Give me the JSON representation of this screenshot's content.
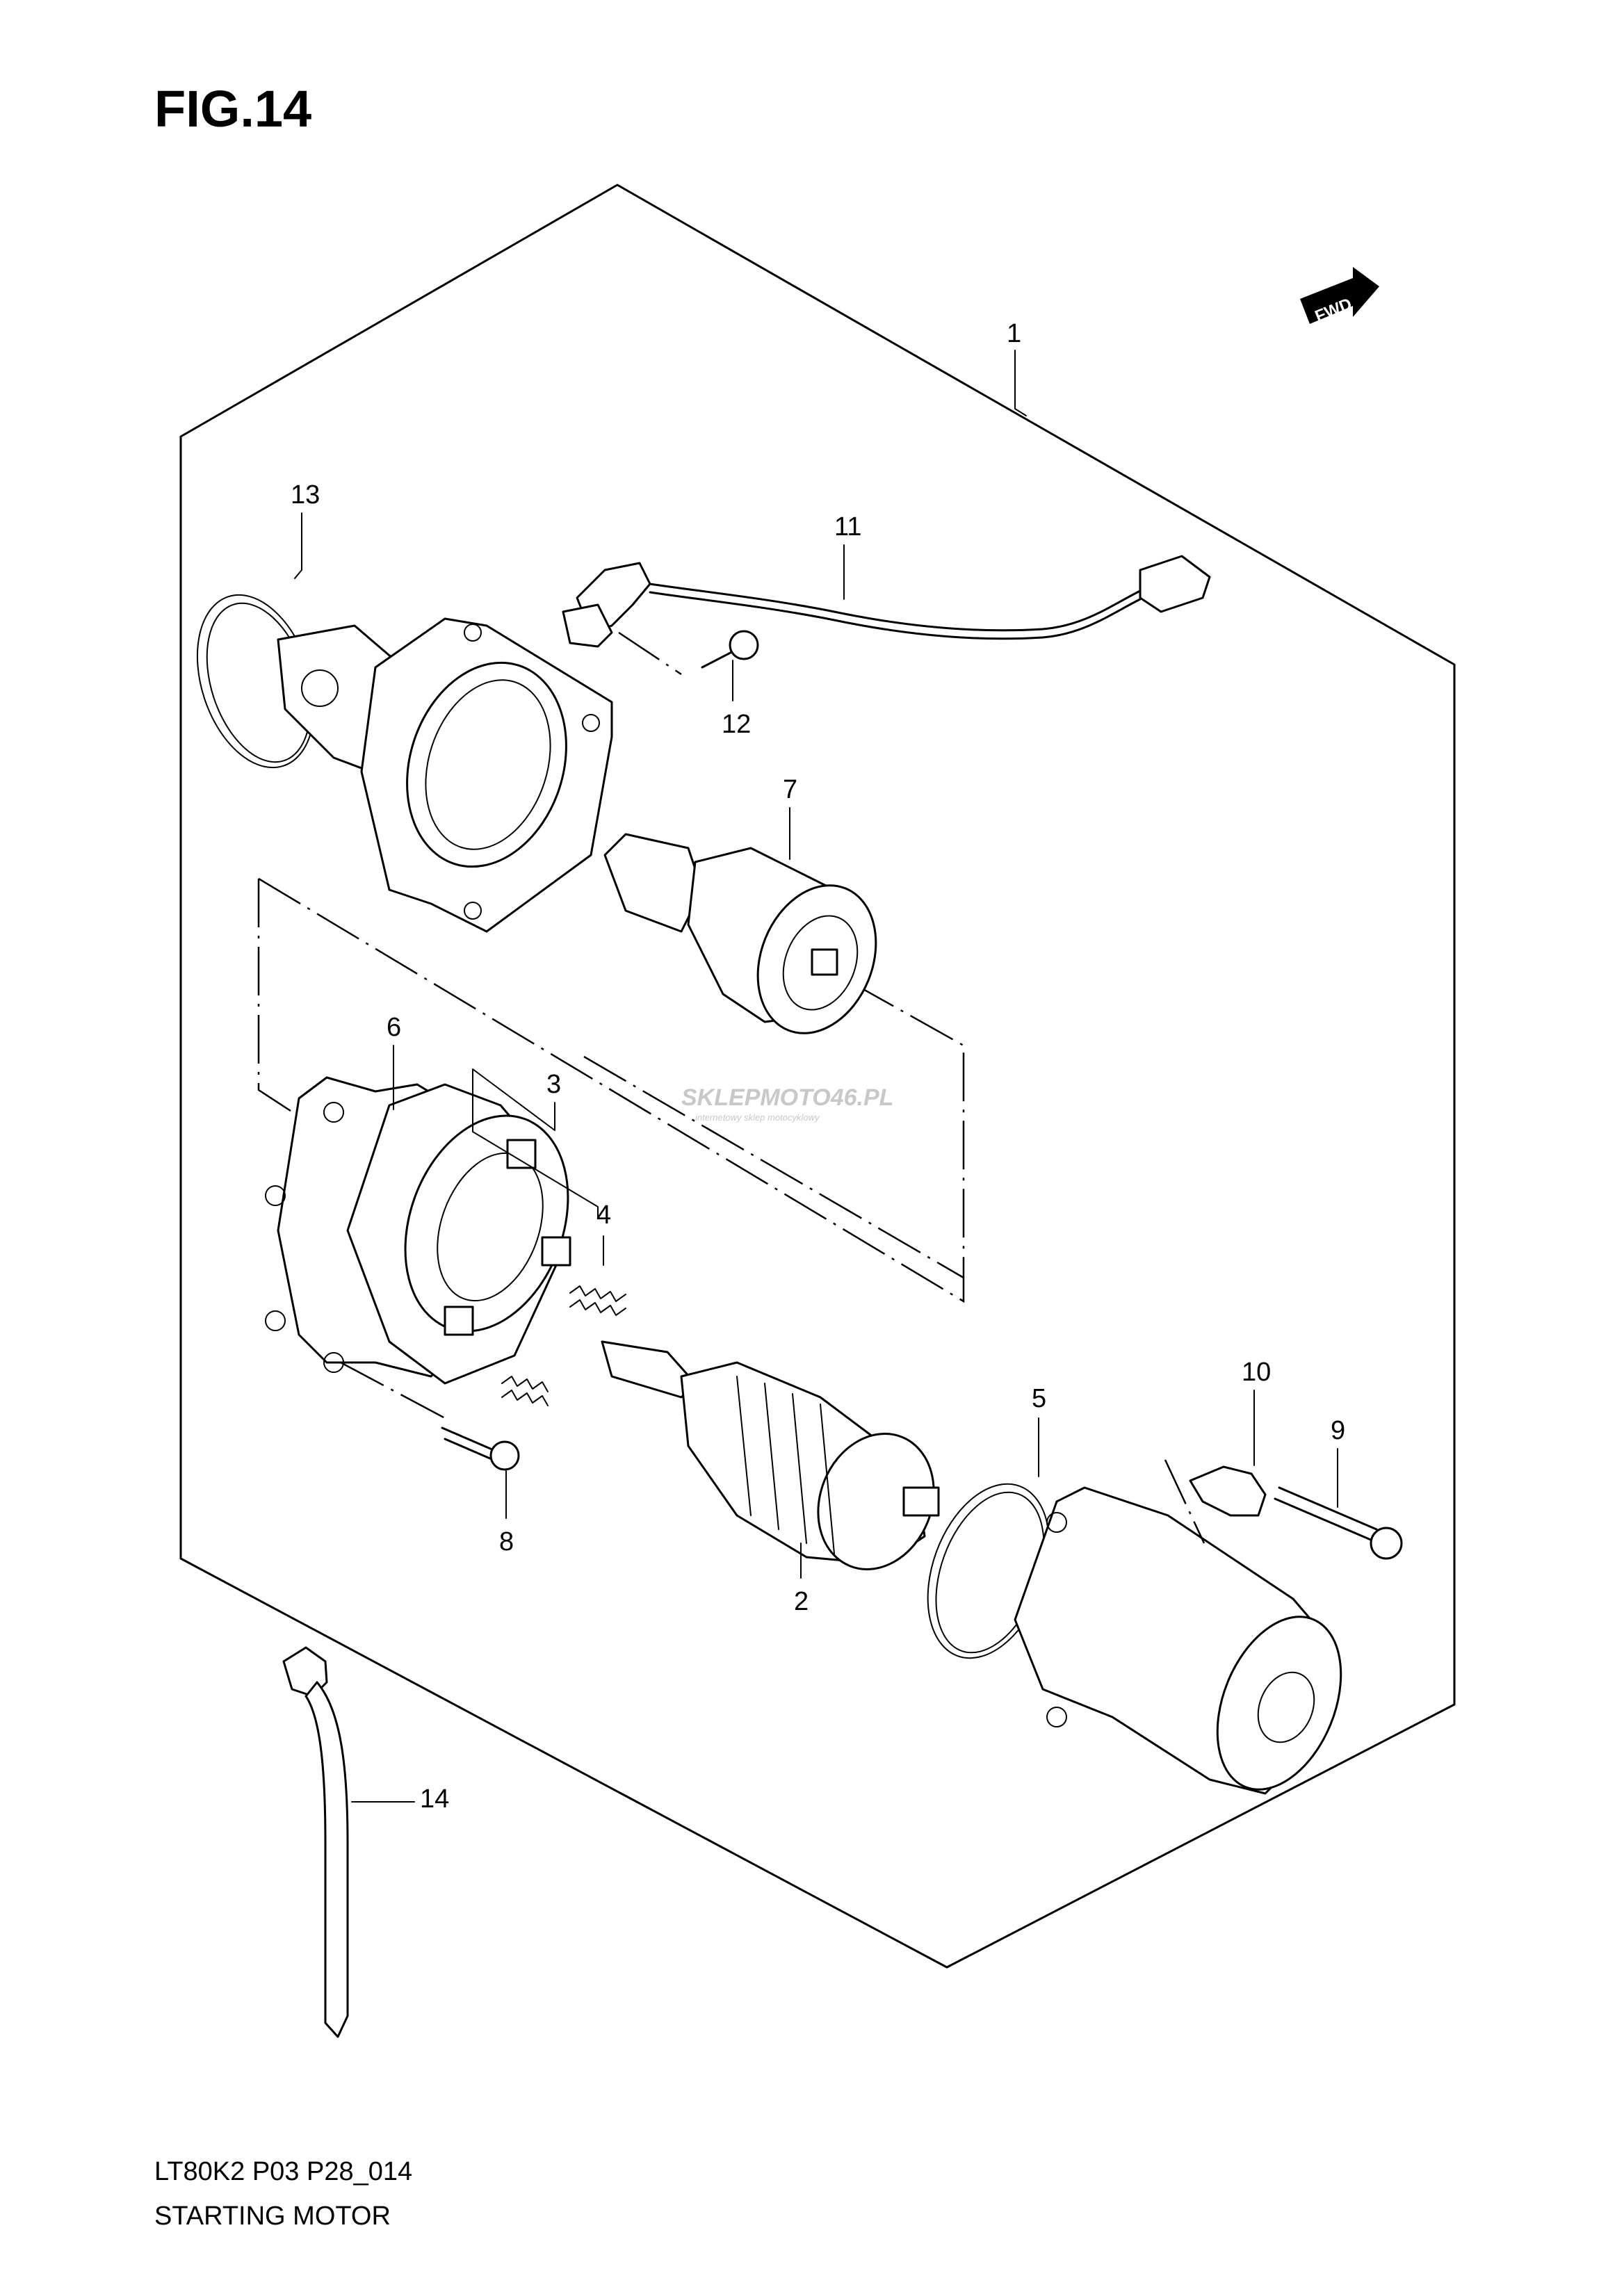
{
  "figure": {
    "title": "FIG.14"
  },
  "fwd_badge": {
    "label": "FWD",
    "icon": "fwd-arrow-icon"
  },
  "callouts": [
    "1",
    "2",
    "3",
    "4",
    "5",
    "6",
    "7",
    "8",
    "9",
    "10",
    "11",
    "12",
    "13",
    "14"
  ],
  "watermark": {
    "text": "SKLEPMOTO46.PL",
    "subtext": "internetowy sklep motocyklowy",
    "accent_color": "#e3001b"
  },
  "footer": {
    "code": "LT80K2  P03  P28_014",
    "caption": "STARTING MOTOR"
  }
}
